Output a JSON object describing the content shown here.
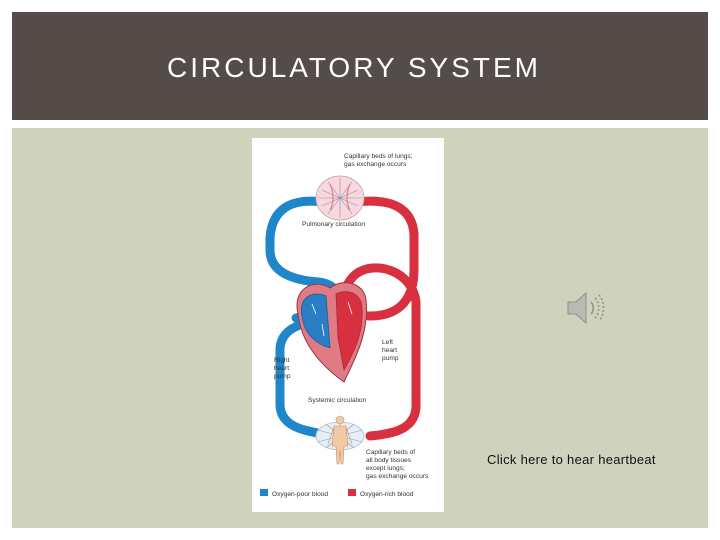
{
  "slide": {
    "title": "CIRCULATORY SYSTEM",
    "audio_link_text": "Click here to hear heartbeat",
    "audio_icon": "speaker-icon"
  },
  "diagram": {
    "labels": {
      "lungs_line1": "Capillary beds of lungs;",
      "lungs_line2": "gas exchange occurs",
      "pulmonary": "Pulmonary circulation",
      "left_pump_1": "Left",
      "left_pump_2": "heart",
      "left_pump_3": "pump",
      "right_pump_1": "Right",
      "right_pump_2": "heart",
      "right_pump_3": "pump",
      "systemic": "Systemic circulation",
      "body_1": "Capillary beds of",
      "body_2": "all body tissues",
      "body_3": "except lungs;",
      "body_4": "gas exchange occurs"
    },
    "legend": {
      "oxygen_poor": "Oxygen-poor blood",
      "oxygen_rich": "Oxygen-rich blood"
    },
    "colors": {
      "oxygen_poor": "#1f87c9",
      "oxygen_rich": "#d8303f"
    }
  }
}
